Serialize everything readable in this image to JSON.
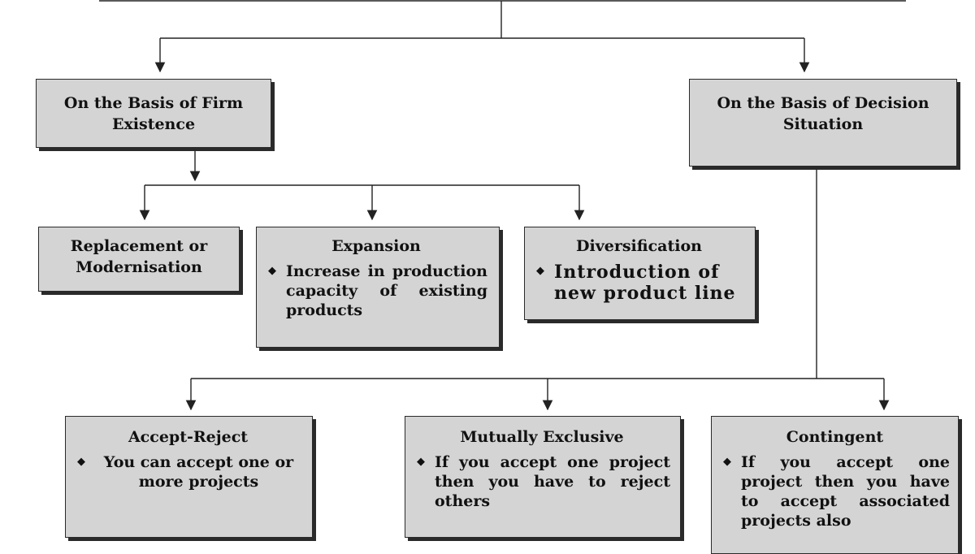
{
  "diagram": {
    "branch_firm": {
      "title": "On the Basis of Firm Existence"
    },
    "branch_decision": {
      "title": "On the Basis of Decision Situation"
    },
    "replacement": {
      "title": "Replacement or Modernisation"
    },
    "expansion": {
      "title": "Expansion",
      "bullet": "Increase in production capacity of existing products"
    },
    "diversification": {
      "title": "Diversification",
      "bullet": "Introduction of new product line"
    },
    "accept_reject": {
      "title": "Accept-Reject",
      "bullet": "You can accept one or more projects"
    },
    "mutually_exclusive": {
      "title": "Mutually Exclusive",
      "bullet": "If you accept one project then you have to reject others"
    },
    "contingent": {
      "title": "Contingent",
      "bullet": "If you accept one project then you have to accept associated projects also"
    },
    "bullet_symbol": "◆"
  }
}
